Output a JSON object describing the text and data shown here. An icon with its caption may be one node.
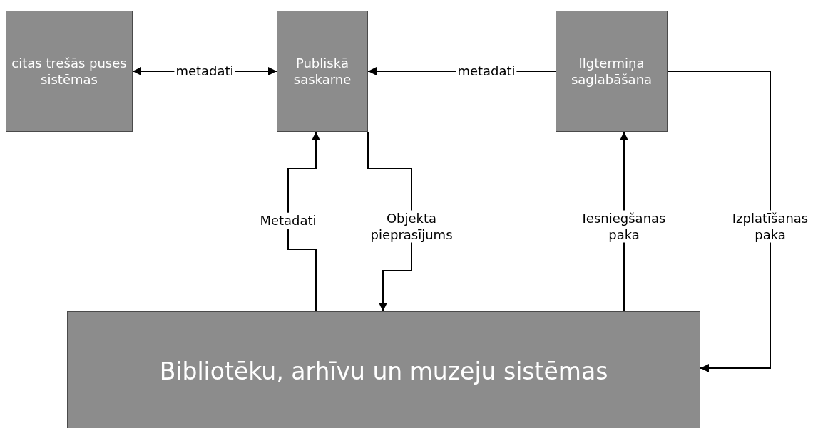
{
  "diagram": {
    "nodes": [
      {
        "text": [
          "citas trešās puses sistēmas"
        ]
      },
      {
        "text": [
          "Publiskā saskarne"
        ]
      },
      {
        "text": [
          "Ilgtermiņa saglabāšana"
        ]
      },
      {
        "text": [
          "Bibliotēku, arhīvu un muzeju sistēmas"
        ]
      }
    ],
    "edges": [
      {
        "from": 0,
        "to": 1,
        "arrow": "both",
        "label": "metadati"
      },
      {
        "from": 2,
        "to": 1,
        "arrow": "to",
        "label": "metadati"
      },
      {
        "from": 3,
        "to": 1,
        "arrow": "to",
        "label": "Metadati"
      },
      {
        "from": 1,
        "to": 3,
        "arrow": "to",
        "label": "Objekta pieprasījums"
      },
      {
        "from": 3,
        "to": 2,
        "arrow": "to",
        "label": "Iesniegšanas paka"
      },
      {
        "from": 2,
        "to": 3,
        "arrow": "to",
        "label": "Izplatīšanas paka"
      }
    ]
  }
}
